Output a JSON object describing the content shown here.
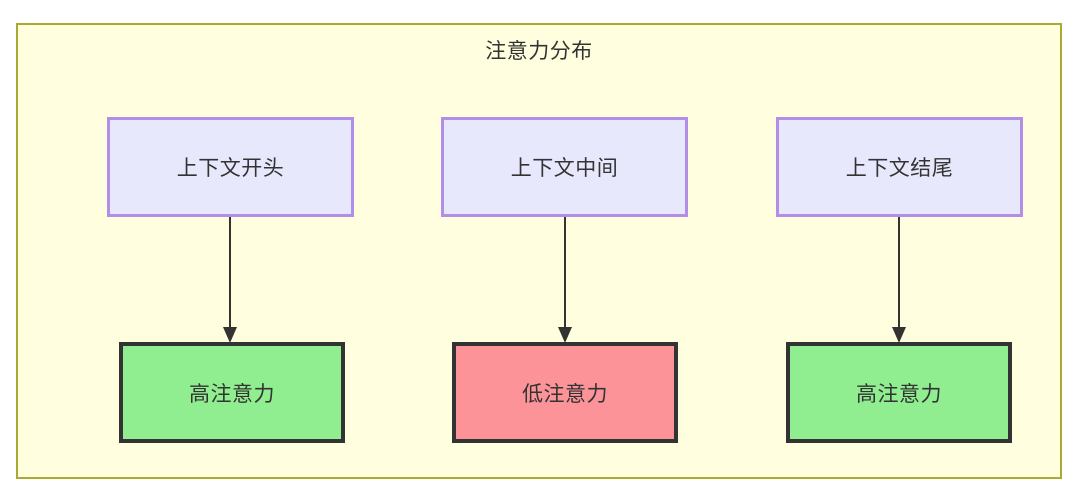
{
  "diagram": {
    "title": "注意力分布",
    "colors": {
      "container_fill": "#ffffe0",
      "container_border": "#aaaa33",
      "context_fill": "#e8e8fd",
      "context_border": "#b38ee8",
      "high_attention_fill": "#90ee90",
      "low_attention_fill": "#fb9398",
      "node_border_dark": "#333333",
      "edge_color": "#333333",
      "text_color": "#333333"
    },
    "context_nodes": [
      {
        "id": "context-start",
        "label": "上下文开头"
      },
      {
        "id": "context-middle",
        "label": "上下文中间"
      },
      {
        "id": "context-end",
        "label": "上下文结尾"
      }
    ],
    "attention_nodes": [
      {
        "id": "attention-start",
        "label": "高注意力",
        "level": "high"
      },
      {
        "id": "attention-middle",
        "label": "低注意力",
        "level": "low"
      },
      {
        "id": "attention-end",
        "label": "高注意力",
        "level": "high"
      }
    ],
    "edges": [
      {
        "from": "上下文开头",
        "to": "高注意力",
        "arrow": "down-arrow"
      },
      {
        "from": "上下文中间",
        "to": "低注意力",
        "arrow": "down-arrow"
      },
      {
        "from": "上下文结尾",
        "to": "高注意力",
        "arrow": "down-arrow"
      }
    ]
  }
}
